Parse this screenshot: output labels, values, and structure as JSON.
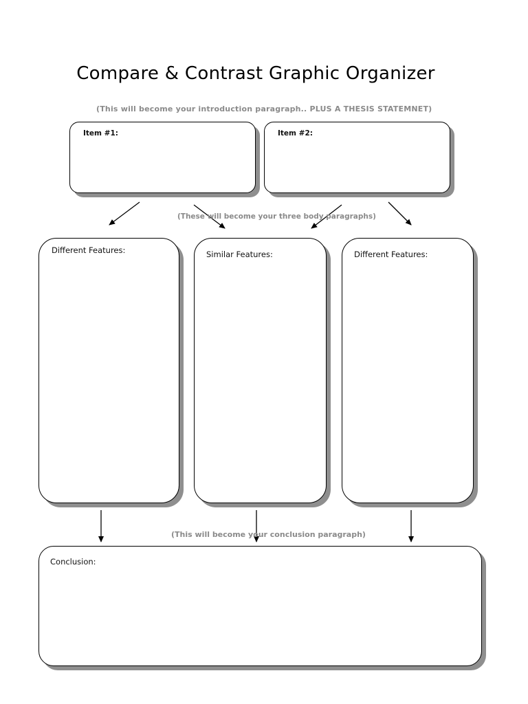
{
  "title": "Compare & Contrast Graphic Organizer",
  "notes": {
    "intro": "(This will become your introduction paragraph.. PLUS A THESIS STATEMNET)",
    "body": "(These will become your three body paragraphs)",
    "conclusion": "(This will become your conclusion paragraph)"
  },
  "boxes": {
    "item1": "Item #1:",
    "item2": "Item #2:",
    "different_left": "Different Features:",
    "similar": "Similar Features:",
    "different_right": "Different Features:",
    "conclusion": "Conclusion:"
  }
}
